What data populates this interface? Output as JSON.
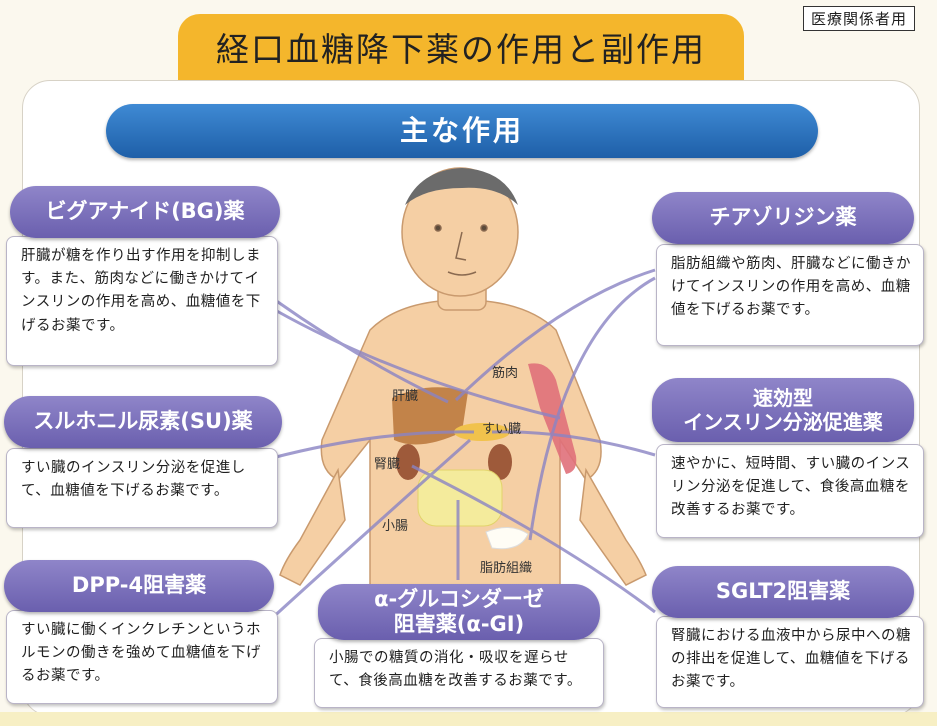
{
  "audience_tag": "医療関係者用",
  "title": "経口血糖降下薬の作用と副作用",
  "section_heading": "主な作用",
  "organ_labels": {
    "liver": "肝臓",
    "muscle": "筋肉",
    "pancreas": "すい臓",
    "kidney": "腎臓",
    "small_intestine": "小腸",
    "adipose": "脂肪組織"
  },
  "drugs": {
    "bg": {
      "name": "ビグアナイド(BG)薬",
      "description": "肝臓が糖を作り出す作用を抑制します。また、筋肉などに働きかけてインスリンの作用を高め、血糖値を下げるお薬です。"
    },
    "su": {
      "name": "スルホニル尿素(SU)薬",
      "description": "すい臓のインスリン分泌を促進して、血糖値を下げるお薬です。"
    },
    "dpp4": {
      "name": "DPP-4阻害薬",
      "description": "すい臓に働くインクレチンというホルモンの働きを強めて血糖値を下げるお薬です。"
    },
    "agi": {
      "name_line1": "α-グルコシダーゼ",
      "name_line2": "阻害薬(α-GI)",
      "description": "小腸での糖質の消化・吸収を遅らせて、食後高血糖を改善するお薬です。"
    },
    "tzd": {
      "name": "チアゾリジン薬",
      "description": "脂肪組織や筋肉、肝臓などに働きかけてインスリンの作用を高め、血糖値を下げるお薬です。"
    },
    "glinide": {
      "name_line1": "速効型",
      "name_line2": "インスリン分泌促進薬",
      "description": "速やかに、短時間、すい臓のインスリン分泌を促進して、食後高血糖を改善するお薬です。"
    },
    "sglt2": {
      "name": "SGLT2阻害薬",
      "description": "腎臓における血液中から尿中への糖の排出を促進して、血糖値を下げるお薬です。"
    }
  },
  "colors": {
    "title_banner": "#f4b62c",
    "section_banner": "#2d74c0",
    "drug_header": "#7b71bb",
    "connector": "#8a84c4"
  }
}
